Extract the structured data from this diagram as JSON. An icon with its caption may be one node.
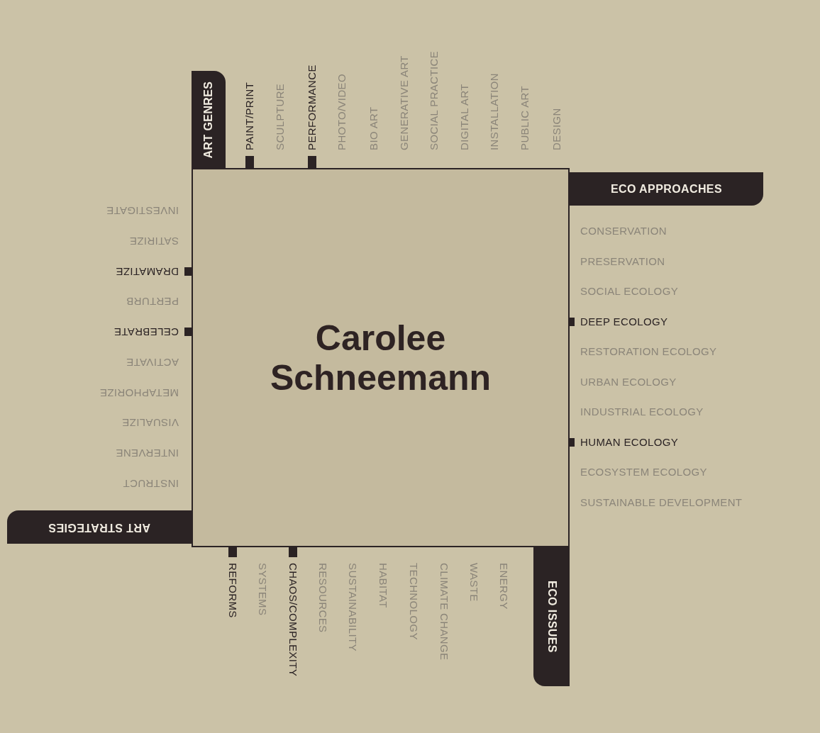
{
  "diagram": {
    "nodes": [
      {
        "text": [
          "Carolee Schneemann"
        ]
      },
      {
        "text": [
          "ART GENRES"
        ]
      },
      {
        "text": [
          "PAINT/PRINT"
        ]
      },
      {
        "text": [
          "PERFORMANCE"
        ]
      },
      {
        "text": [
          "ECO APPROACHES"
        ]
      },
      {
        "text": [
          "DEEP ECOLOGY"
        ]
      },
      {
        "text": [
          "HUMAN ECOLOGY"
        ]
      },
      {
        "text": [
          "ART STRATEGIES"
        ]
      },
      {
        "text": [
          "DRAMATIZE"
        ]
      },
      {
        "text": [
          "CELEBRATE"
        ]
      },
      {
        "text": [
          "ECO ISSUES"
        ]
      },
      {
        "text": [
          "REFORMS"
        ]
      },
      {
        "text": [
          "CHAOS/COMPLEXITY"
        ]
      }
    ],
    "edges": [
      {
        "from": 2,
        "to": 0,
        "arrow": "none"
      },
      {
        "from": 3,
        "to": 0,
        "arrow": "none"
      },
      {
        "from": 5,
        "to": 0,
        "arrow": "none"
      },
      {
        "from": 6,
        "to": 0,
        "arrow": "none"
      },
      {
        "from": 8,
        "to": 0,
        "arrow": "none"
      },
      {
        "from": 9,
        "to": 0,
        "arrow": "none"
      },
      {
        "from": 11,
        "to": 0,
        "arrow": "none"
      },
      {
        "from": 12,
        "to": 0,
        "arrow": "none"
      }
    ],
    "labels": [
      "SCULPTURE",
      "PHOTO/VIDEO",
      "BIO ART",
      "GENERATIVE ART",
      "SOCIAL PRACTICE",
      "DIGITAL ART",
      "INSTALLATION",
      "PUBLIC ART",
      "DESIGN",
      "INVESTIGATE",
      "SATIRIZE",
      "PERTURB",
      "ACTIVATE",
      "METAPHORIZE",
      "VISUALIZE",
      "INTERVENE",
      "INSTRUCT",
      "CONSERVATION",
      "PRESERVATION",
      "SOCIAL ECOLOGY",
      "RESTORATION ECOLOGY",
      "URBAN ECOLOGY",
      "INDUSTRIAL ECOLOGY",
      "ECOSYSTEM ECOLOGY",
      "SUSTAINABLE DEVELOPMENT",
      "SYSTEMS",
      "RESOURCES",
      "SUSTAINABILITY",
      "HABITAT",
      "TECHNOLOGY",
      "CLIMATE CHANGE",
      "WASTE",
      "ENERGY"
    ]
  }
}
